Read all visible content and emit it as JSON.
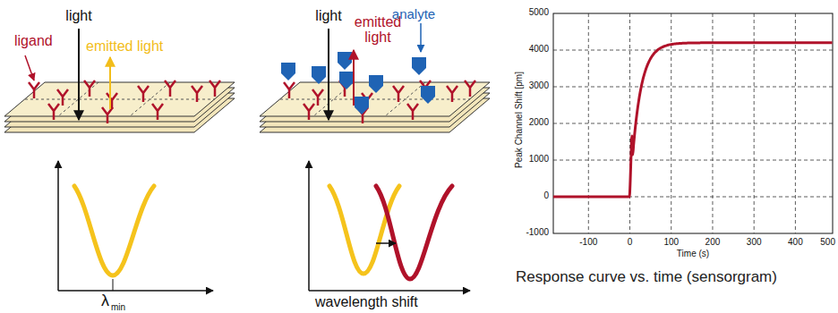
{
  "diagram": {
    "caption": "Response curve vs. time (sensorgram)",
    "labels": [
      "ligand",
      "light",
      "emitted light",
      "λ",
      "min",
      "light",
      "analyte",
      "emitted light",
      "wavelength shift",
      "5000",
      "4000",
      "3000",
      "2000",
      "1000",
      "0",
      "-1000",
      "-100",
      "0",
      "100",
      "200",
      "300",
      "400",
      "500",
      "Time (s)",
      "Peak Channel Shift [pm]"
    ]
  }
}
